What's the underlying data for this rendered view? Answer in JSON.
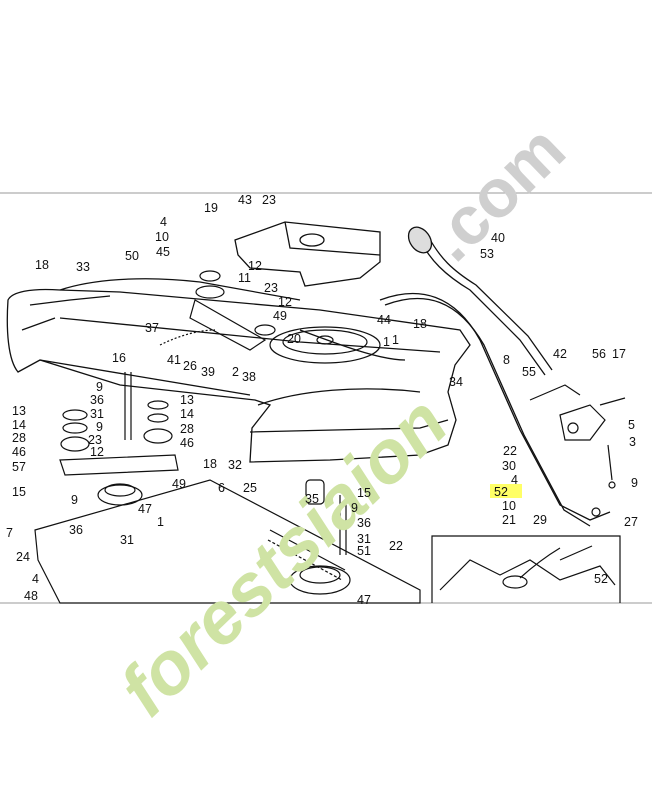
{
  "watermark": {
    "main": "forestsiaion",
    "domain": ".com",
    "color_green": "#cfe3a4",
    "color_orange": "#f2a23a",
    "color_gray": "#cfcfcf"
  },
  "highlight": {
    "label": "52",
    "color": "#ffff66"
  },
  "part_labels": [
    "19",
    "43",
    "23",
    "4",
    "10",
    "45",
    "12",
    "11",
    "50",
    "18",
    "33",
    "23",
    "12",
    "49",
    "37",
    "41",
    "26",
    "39",
    "2",
    "38",
    "20",
    "44",
    "18",
    "1",
    "16",
    "9",
    "36",
    "31",
    "9",
    "23",
    "12",
    "13",
    "14",
    "28",
    "46",
    "13",
    "14",
    "28",
    "46",
    "18",
    "57",
    "15",
    "49",
    "32",
    "34",
    "40",
    "53",
    "8",
    "42",
    "55",
    "56",
    "17",
    "5",
    "3",
    "22",
    "30",
    "4",
    "52",
    "10",
    "21",
    "29",
    "27",
    "9",
    "6",
    "25",
    "15",
    "9",
    "36",
    "31",
    "51",
    "47",
    "35",
    "22",
    "9",
    "1",
    "47",
    "7",
    "36",
    "31",
    "24",
    "4",
    "48",
    "52",
    "1"
  ]
}
